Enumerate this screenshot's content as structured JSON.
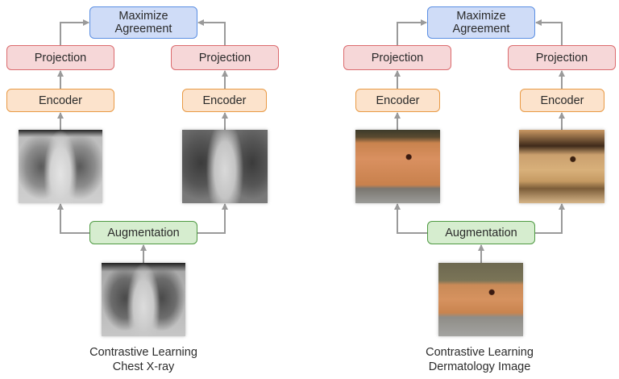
{
  "diagrams": [
    {
      "id": "chest-xray",
      "maximize_label": "Maximize Agreement",
      "projection_label": "Projection",
      "encoder_label": "Encoder",
      "augmentation_label": "Augmentation",
      "caption_line1": "Contrastive Learning",
      "caption_line2": "Chest X-ray",
      "images": {
        "view_a": "augmented chest x-ray (high contrast)",
        "view_b": "augmented chest x-ray (cropped, darker)",
        "source": "original chest x-ray"
      }
    },
    {
      "id": "dermatology",
      "maximize_label": "Maximize Agreement",
      "projection_label": "Projection",
      "encoder_label": "Encoder",
      "augmentation_label": "Augmentation",
      "caption_line1": "Contrastive Learning",
      "caption_line2": "Dermatology Image",
      "images": {
        "view_a": "augmented skin image (cropped)",
        "view_b": "augmented skin image (color-jittered)",
        "source": "original skin image with lesion"
      }
    }
  ],
  "colors": {
    "maximize_fill": "#cfdcf7",
    "maximize_border": "#5b8fe3",
    "projection_fill": "#f6d7d8",
    "projection_border": "#db6b6e",
    "encoder_fill": "#fce3cc",
    "encoder_border": "#e99a45",
    "augmentation_fill": "#d6edcf",
    "augmentation_border": "#4f9a43",
    "arrow": "#9a9a9a"
  }
}
